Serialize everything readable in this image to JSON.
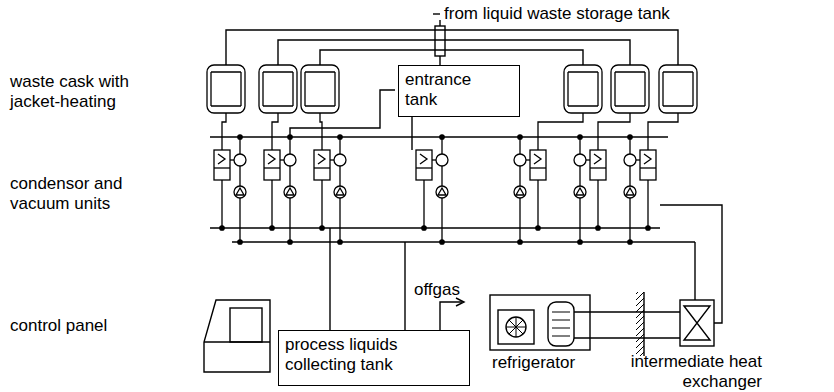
{
  "diagram": {
    "nodes": [
      {
        "text": [
          "entrance tank"
        ]
      },
      {
        "text": [
          "process liquids collecting tank"
        ]
      }
    ],
    "labels": [
      "from liquid waste storage tank",
      "waste cask with jacket-heating",
      "condensor and vacuum units",
      "control panel",
      "offgas",
      "refrigerator",
      "intermediate heat exchanger"
    ]
  }
}
